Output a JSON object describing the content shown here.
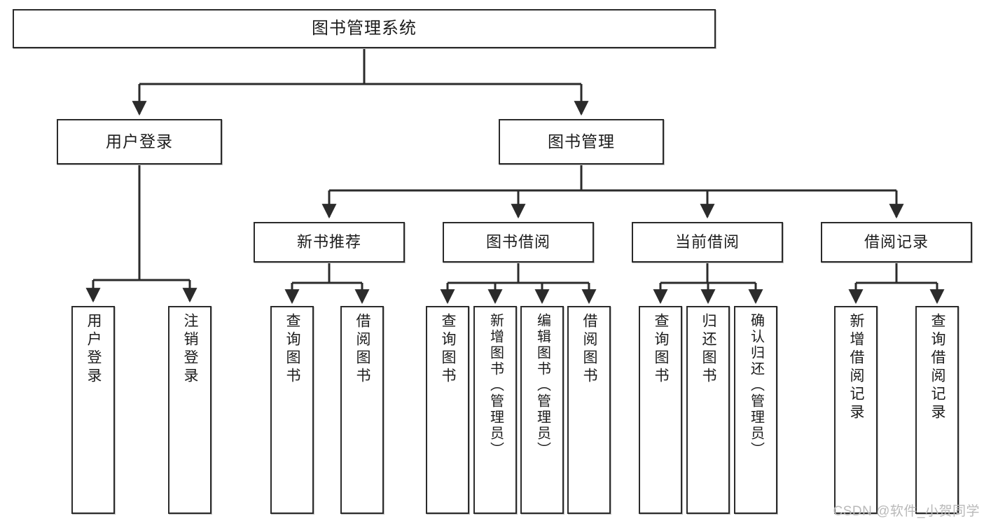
{
  "diagram": {
    "title": "图书管理系统",
    "type": "tree",
    "watermark": "CSDN @软件_小贺同学",
    "colors": {
      "box_border": "#2b2b2b",
      "box_fill": "#ffffff",
      "edge": "#2b2b2b",
      "text": "#1c1c1c",
      "watermark": "#b9b9b9",
      "background": "#ffffff"
    },
    "root": {
      "label": "图书管理系统"
    },
    "level2": [
      {
        "label": "用户登录"
      },
      {
        "label": "图书管理"
      }
    ],
    "level3": [
      {
        "label": "新书推荐"
      },
      {
        "label": "图书借阅"
      },
      {
        "label": "当前借阅"
      },
      {
        "label": "借阅记录"
      }
    ],
    "leaves": {
      "user_login": [
        {
          "label": "用户登录"
        },
        {
          "label": "注销登录"
        }
      ],
      "new_book_recommend": [
        {
          "label": "查询图书"
        },
        {
          "label": "借阅图书"
        }
      ],
      "book_borrow": [
        {
          "label": "查询图书"
        },
        {
          "label": "新增图书（管理员）"
        },
        {
          "label": "编辑图书（管理员）"
        },
        {
          "label": "借阅图书"
        }
      ],
      "current_borrow": [
        {
          "label": "查询图书"
        },
        {
          "label": "归还图书"
        },
        {
          "label": "确认归还（管理员）"
        }
      ],
      "borrow_record": [
        {
          "label": "新增借阅记录"
        },
        {
          "label": "查询借阅记录"
        }
      ]
    }
  }
}
